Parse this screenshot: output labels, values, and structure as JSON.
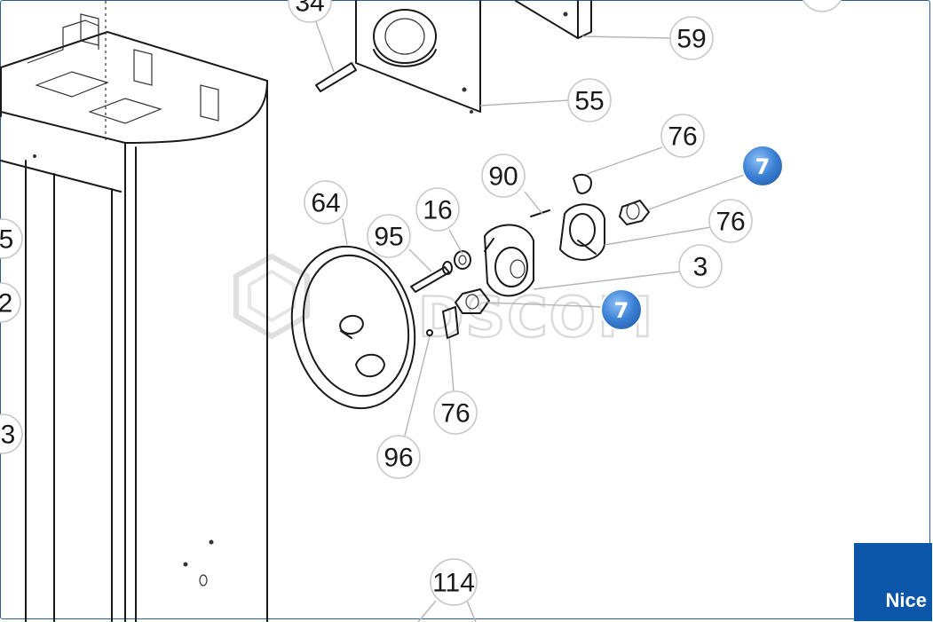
{
  "watermark": "DSCOM",
  "brand": {
    "label": "Nice",
    "color": "#0b56a8"
  },
  "colors": {
    "badge": "#3a7fd4",
    "badge_highlight": "#8ec0f5",
    "line": "#1a1a1a",
    "leader": "#b5b5b5"
  },
  "callouts": {
    "c34": "34",
    "c59": "59",
    "c55": "55",
    "c76a": "76",
    "c90": "90",
    "c64": "64",
    "c16": "16",
    "c95": "95",
    "c76b": "76",
    "c3": "3",
    "c76c": "76",
    "c96": "96",
    "c114": "114",
    "e5": "5",
    "e2": "2",
    "e3": "3"
  },
  "badges": {
    "b1": "7",
    "b2": "7"
  }
}
